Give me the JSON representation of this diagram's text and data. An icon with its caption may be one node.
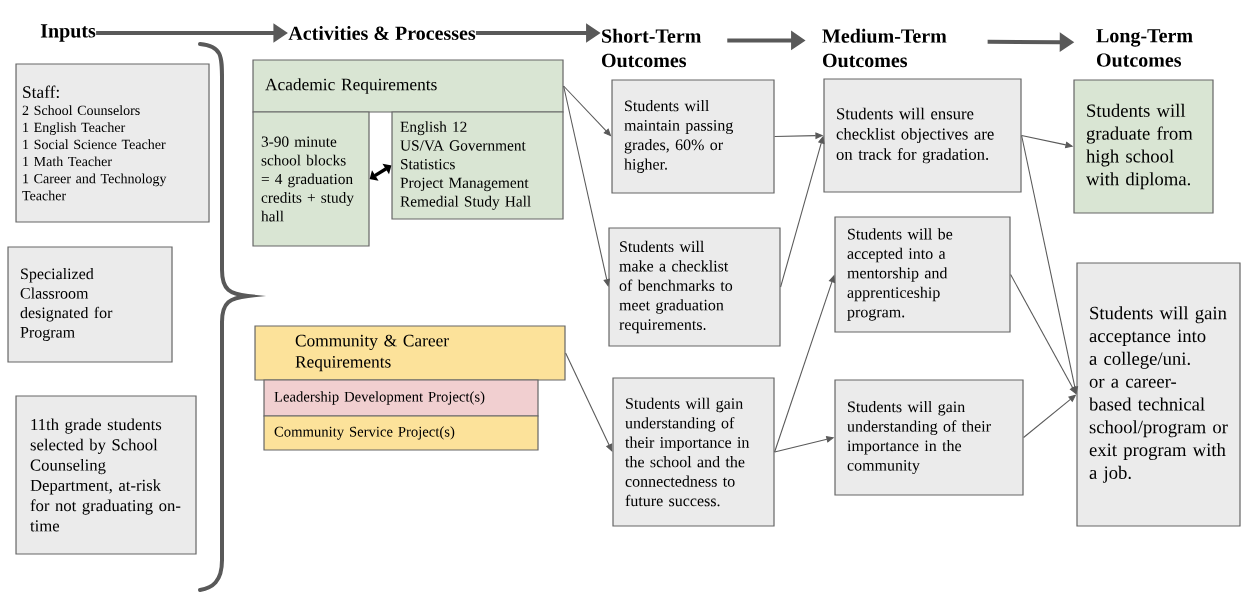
{
  "diagram": {
    "nodes": [
      {
        "text": [
          "Inputs"
        ]
      },
      {
        "text": [
          "Activities & Processes"
        ]
      },
      {
        "text": [
          "Short-Term Outcomes"
        ]
      },
      {
        "text": [
          "Medium-Term Outcomes"
        ]
      },
      {
        "text": [
          "Long-Term Outcomes"
        ]
      },
      {
        "text": [
          "Staff:",
          "2 School Counselors",
          "1 English Teacher",
          "1 Social Science Teacher",
          "1 Math Teacher",
          "1 Career and Technology Teacher"
        ]
      },
      {
        "text": [
          "Specialized Classroom designated for Program"
        ]
      },
      {
        "text": [
          "11th grade students selected by School Counseling Department, at-risk for not graduating on-time"
        ]
      },
      {
        "text": [
          "Academic Requirements"
        ]
      },
      {
        "text": [
          "3-90 minute school blocks = 4 graduation credits + study hall"
        ]
      },
      {
        "text": [
          "English 12",
          "US/VA Government",
          "Statistics",
          "Project Management",
          "Remedial Study Hall"
        ]
      },
      {
        "text": [
          "Community & Career Requirements"
        ]
      },
      {
        "text": [
          "Leadership Development Project(s)"
        ]
      },
      {
        "text": [
          "Community Service Project(s)"
        ]
      },
      {
        "text": [
          "Students will maintain passing grades, 60% or higher."
        ]
      },
      {
        "text": [
          "Students will make a checklist of benchmarks to meet graduation requirements."
        ]
      },
      {
        "text": [
          "Students will gain understanding of their importance in the school and the connectedness to future success."
        ]
      },
      {
        "text": [
          "Students will ensure checklist objectives are on track for gradation."
        ]
      },
      {
        "text": [
          "Students will be accepted into a mentorship and apprenticeship program."
        ]
      },
      {
        "text": [
          "Students will gain understanding of their importance in the community"
        ]
      },
      {
        "text": [
          "Students will graduate from high school with diploma."
        ]
      },
      {
        "text": [
          "Students will gain acceptance into a college/uni. or a career-based technical school/program or exit program with a job."
        ]
      }
    ],
    "edges": [
      {
        "from": 0,
        "to": 1,
        "arrow": "to",
        "style": "thick"
      },
      {
        "from": 1,
        "to": 2,
        "arrow": "to",
        "style": "thick"
      },
      {
        "from": 2,
        "to": 3,
        "arrow": "to",
        "style": "thick"
      },
      {
        "from": 3,
        "to": 4,
        "arrow": "to",
        "style": "thick"
      },
      {
        "from": 9,
        "to": 10,
        "arrow": "both",
        "style": "thick",
        "color": "#000000"
      },
      {
        "from": 8,
        "to": 14,
        "arrow": "to"
      },
      {
        "from": 8,
        "to": 15,
        "arrow": "to"
      },
      {
        "from": 11,
        "to": 16,
        "arrow": "to"
      },
      {
        "from": 14,
        "to": 17,
        "arrow": "to"
      },
      {
        "from": 15,
        "to": 17,
        "arrow": "to"
      },
      {
        "from": 16,
        "to": 18,
        "arrow": "to"
      },
      {
        "from": 16,
        "to": 19,
        "arrow": "to"
      },
      {
        "from": 17,
        "to": 20,
        "arrow": "to"
      },
      {
        "from": 17,
        "to": 21,
        "arrow": "to"
      },
      {
        "from": 18,
        "to": 21,
        "arrow": "to"
      },
      {
        "from": 19,
        "to": 21,
        "arrow": "to"
      }
    ]
  }
}
